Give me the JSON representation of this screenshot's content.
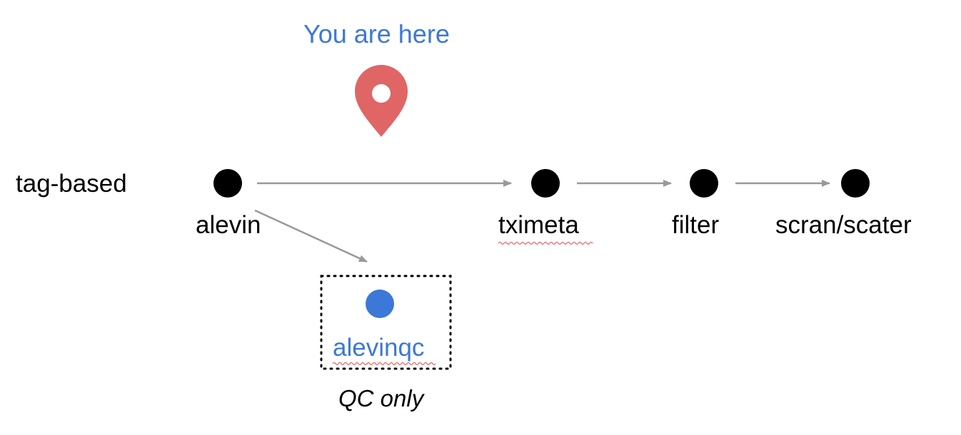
{
  "callout": {
    "text": "You are here",
    "color": "#3c78d8",
    "marker_icon": "map-pin-icon",
    "marker_color": "#e06666"
  },
  "row_label": "tag-based",
  "nodes": {
    "alevin": "alevin",
    "tximeta": "tximeta",
    "filter": "filter",
    "scran": "scran/scater",
    "alevinqc": "alevinqc"
  },
  "qc_note": "QC only",
  "colors": {
    "node": "#000000",
    "highlight_node": "#3c78d8",
    "arrow": "#999999",
    "text": "#000000"
  }
}
